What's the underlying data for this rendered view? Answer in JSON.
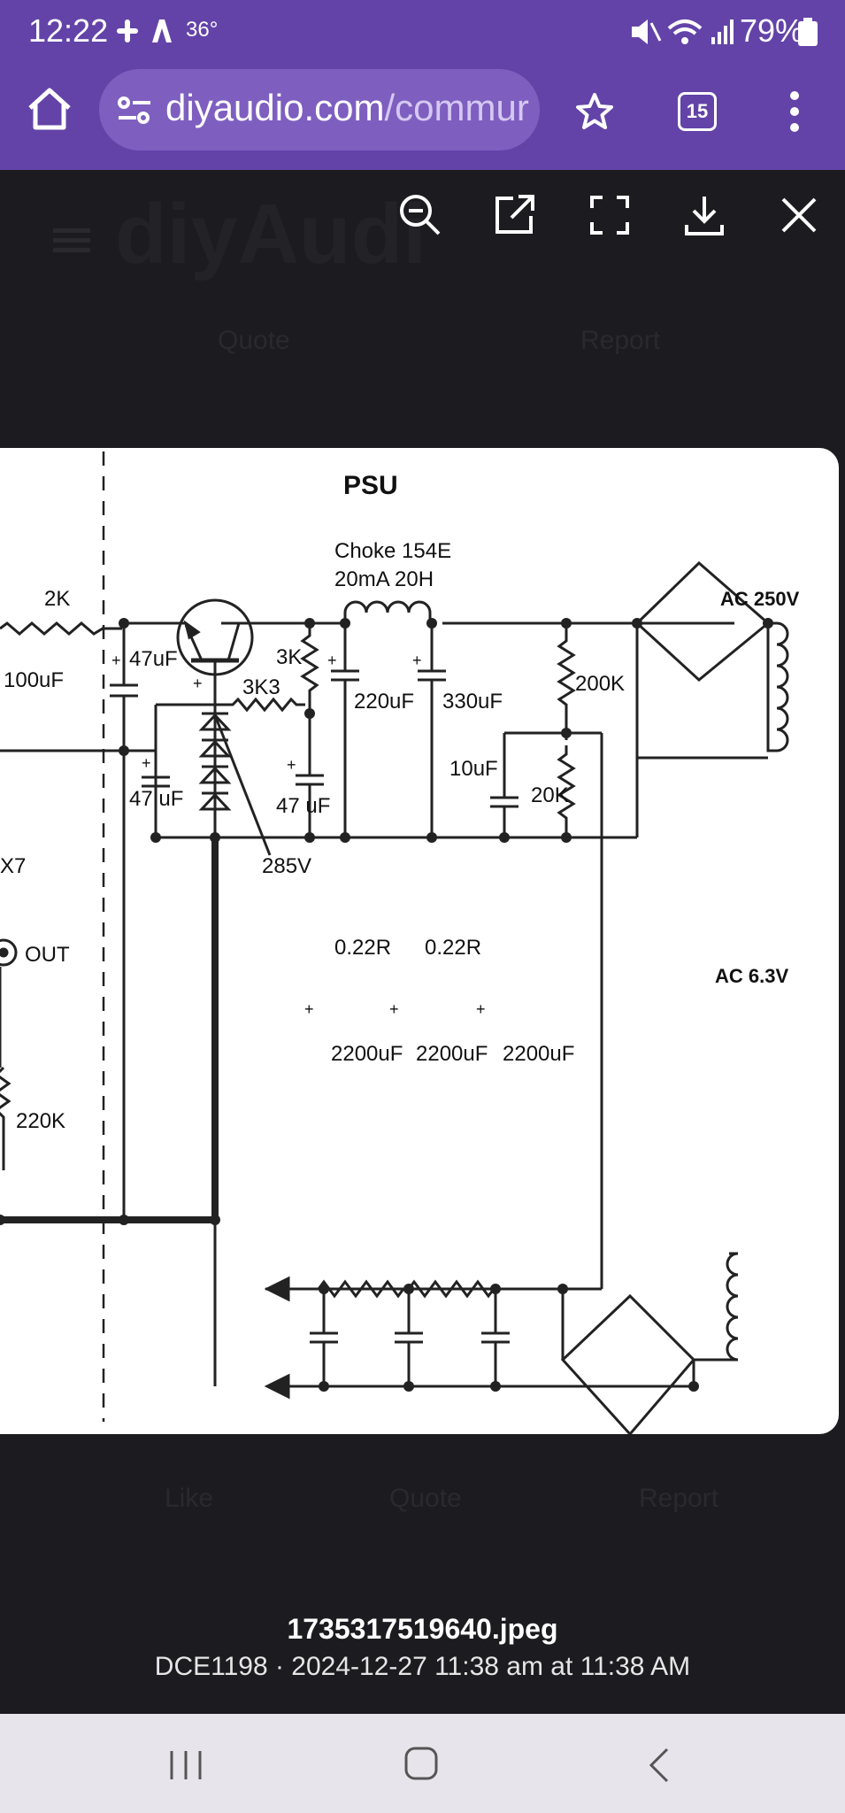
{
  "status_bar": {
    "time": "12:22",
    "temperature": "36°",
    "battery": "79%"
  },
  "browser": {
    "url_domain": "diyaudio.com",
    "url_path": "/commur",
    "tab_count": "15"
  },
  "viewer": {
    "filename": "1735317519640.jpeg",
    "meta": "DCE1198 · 2024-12-27 11:38 am at 11:38 AM"
  },
  "schematic": {
    "title": "PSU",
    "choke_label_1": "Choke 154E",
    "choke_label_2": "20mA 20H",
    "r_2k": "2K",
    "c_100uf": "100uF",
    "c_47uf_top": "47uF",
    "r_3k": "3K",
    "r_3k3": "3K3",
    "c_220uf": "220uF",
    "c_330uf": "330uF",
    "r_200k": "200K",
    "ac_250v": "AC 250V",
    "c_10uf": "10uF",
    "r_20k": "20K",
    "c_47uf_left": "47 uF",
    "c_47uf_right": "47 uF",
    "v_285": "285V",
    "x7": "X7",
    "out": "OUT",
    "r_220k": "220K",
    "r_022_a": "0.22R",
    "r_022_b": "0.22R",
    "ac_63v": "AC 6.3V",
    "c_2200_a": "2200uF",
    "c_2200_b": "2200uF",
    "c_2200_c": "2200uF"
  },
  "background_ghost": {
    "quote": "Quote",
    "report": "Report",
    "like": "Like",
    "quote2": "Quote",
    "report2": "Report"
  }
}
